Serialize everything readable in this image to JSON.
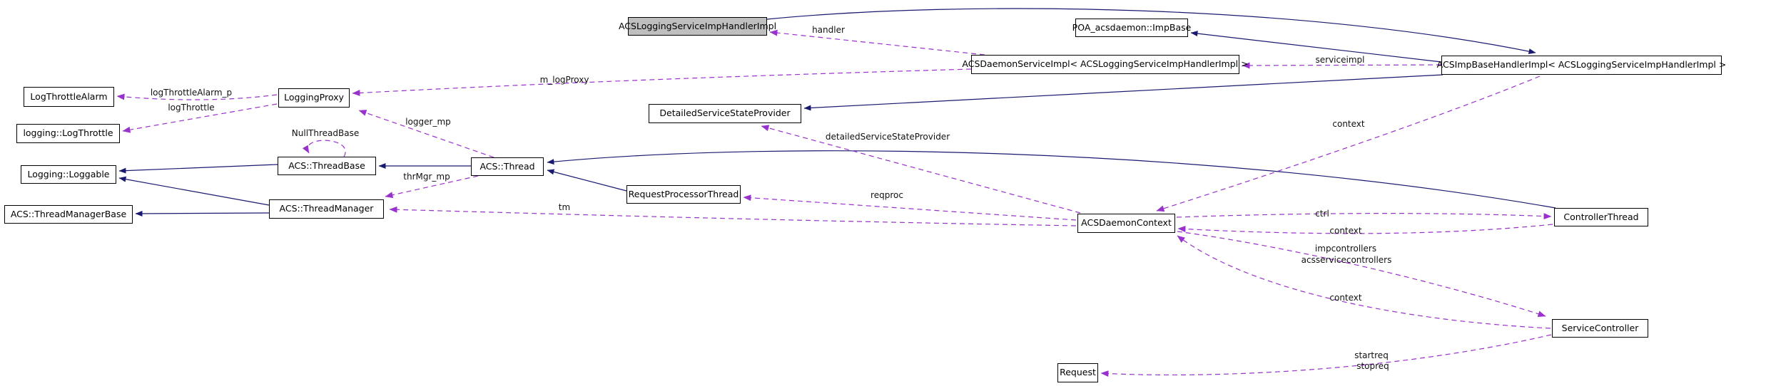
{
  "diagram": {
    "nodes": {
      "log_throttle_alarm": {
        "label": "LogThrottleAlarm"
      },
      "logging_log_throttle": {
        "label": "logging::LogThrottle"
      },
      "logging_proxy": {
        "label": "LoggingProxy"
      },
      "logging_loggable": {
        "label": "Logging::Loggable"
      },
      "acs_thread_manager_base": {
        "label": "ACS::ThreadManagerBase"
      },
      "acs_thread_base": {
        "label": "ACS::ThreadBase"
      },
      "acs_thread_manager": {
        "label": "ACS::ThreadManager"
      },
      "acs_thread": {
        "label": "ACS::Thread"
      },
      "request_processor_thread": {
        "label": "RequestProcessorThread"
      },
      "detailed_service_state_provider": {
        "label": "DetailedServiceStateProvider"
      },
      "acs_logging_service_imp_handler_impl": {
        "label": "ACSLoggingServiceImpHandlerImpl"
      },
      "poa_acsdaemon_imp_base": {
        "label": "POA_acsdaemon::ImpBase"
      },
      "acs_daemon_service_impl": {
        "label": "ACSDaemonServiceImpl< ACSLoggingServiceImpHandlerImpl >"
      },
      "acs_imp_base_handler_impl": {
        "label": "ACSImpBaseHandlerImpl< ACSLoggingServiceImpHandlerImpl >"
      },
      "acs_daemon_context": {
        "label": "ACSDaemonContext"
      },
      "controller_thread": {
        "label": "ControllerThread"
      },
      "service_controller": {
        "label": "ServiceController"
      },
      "request": {
        "label": "Request"
      }
    },
    "edge_labels": {
      "handler": "handler",
      "serviceimpl": "serviceimpl",
      "m_log_proxy": "m_logProxy",
      "log_throttle_alarm_p": "logThrottleAlarm_p",
      "log_throttle": "logThrottle",
      "null_thread_base": "NullThreadBase",
      "logger_mp": "logger_mp",
      "thr_mgr_mp": "thrMgr_mp",
      "tm": "tm",
      "reqproc": "reqproc",
      "detailed_service_state_provider": "detailedServiceStateProvider",
      "context_top": "context",
      "ctrl": "ctrl",
      "context_controller": "context",
      "impcontrollers": "impcontrollers",
      "acsservicecontrollers": "acsservicecontrollers",
      "context_service": "context",
      "startreq": "startreq",
      "stopreq": "stopreq"
    },
    "colors": {
      "inheritance_edge": "#191970",
      "usage_edge": "#9932cc",
      "node_border": "#000000",
      "node_fill": "#ffffff",
      "highlight_node_fill": "#bfbfbf",
      "background": "#ffffff"
    }
  }
}
